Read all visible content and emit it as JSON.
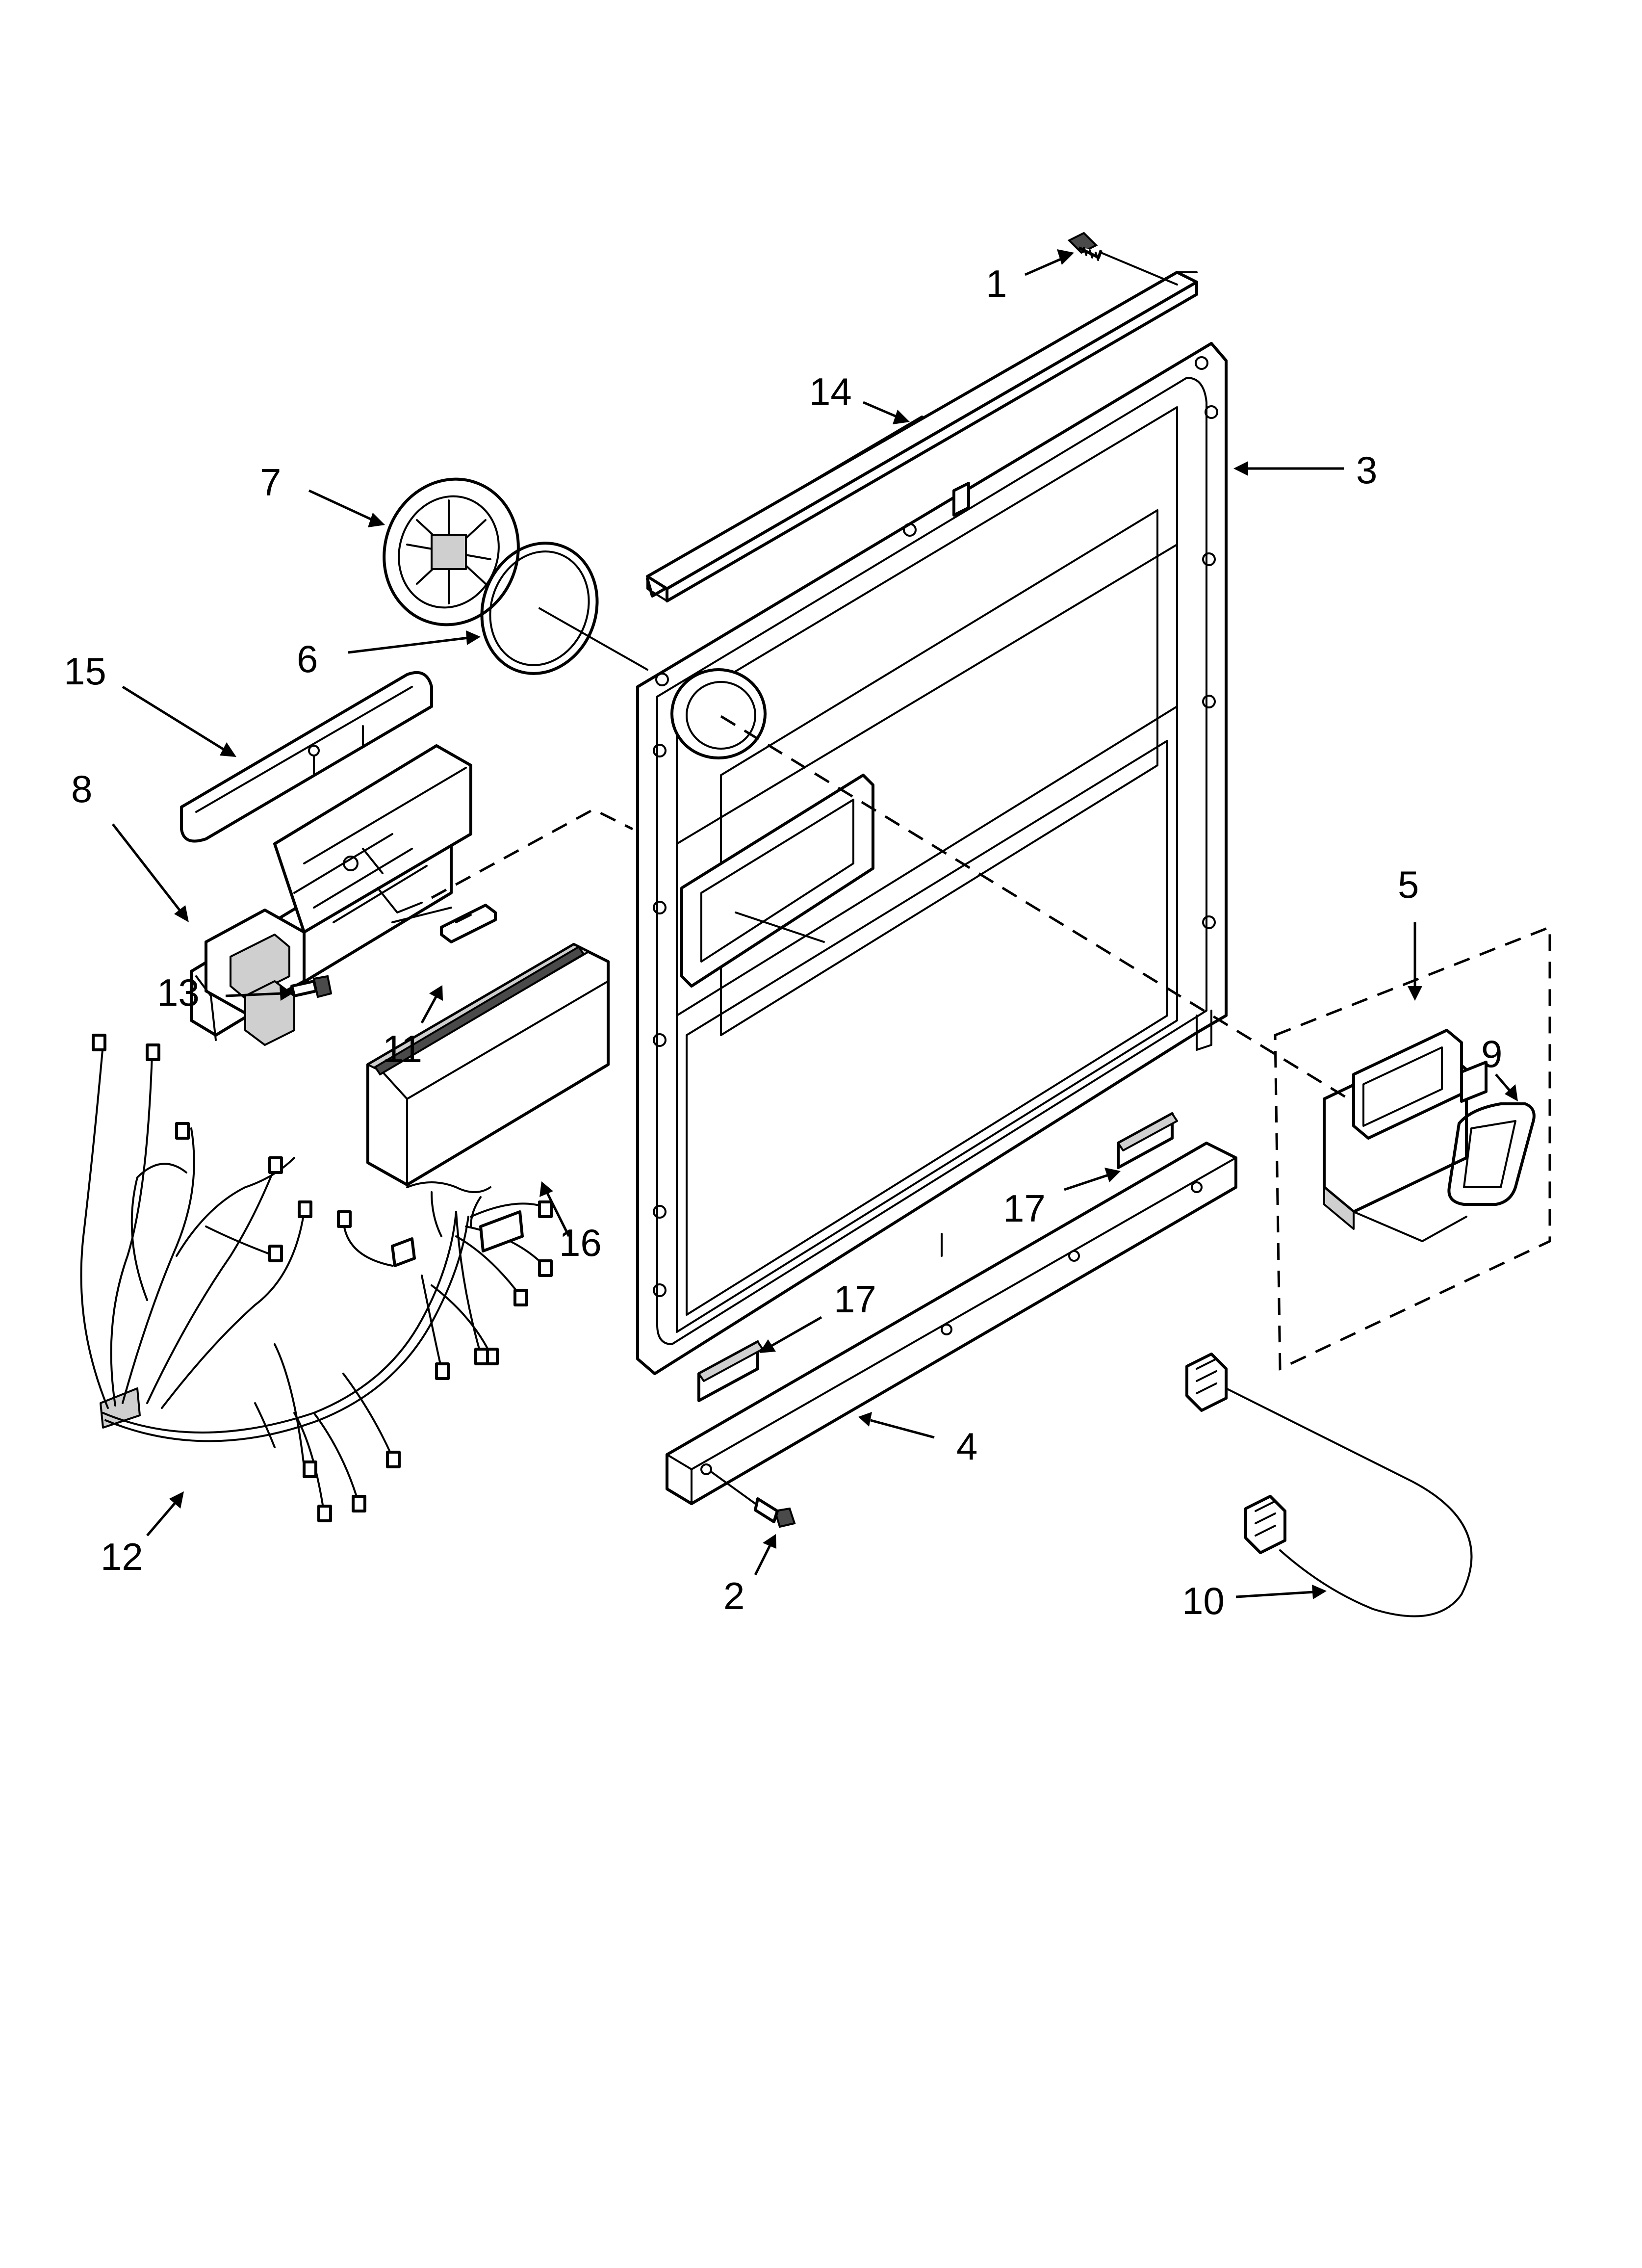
{
  "callouts": [
    {
      "id": "1",
      "label": "1"
    },
    {
      "id": "2",
      "label": "2"
    },
    {
      "id": "3",
      "label": "3"
    },
    {
      "id": "4",
      "label": "4"
    },
    {
      "id": "5",
      "label": "5"
    },
    {
      "id": "6",
      "label": "6"
    },
    {
      "id": "7",
      "label": "7"
    },
    {
      "id": "8",
      "label": "8"
    },
    {
      "id": "9",
      "label": "9"
    },
    {
      "id": "10",
      "label": "10"
    },
    {
      "id": "11",
      "label": "11"
    },
    {
      "id": "12",
      "label": "12"
    },
    {
      "id": "13",
      "label": "13"
    },
    {
      "id": "14",
      "label": "14"
    },
    {
      "id": "15",
      "label": "15"
    },
    {
      "id": "16",
      "label": "16"
    },
    {
      "id": "17a",
      "label": "17"
    },
    {
      "id": "17b",
      "label": "17"
    }
  ]
}
